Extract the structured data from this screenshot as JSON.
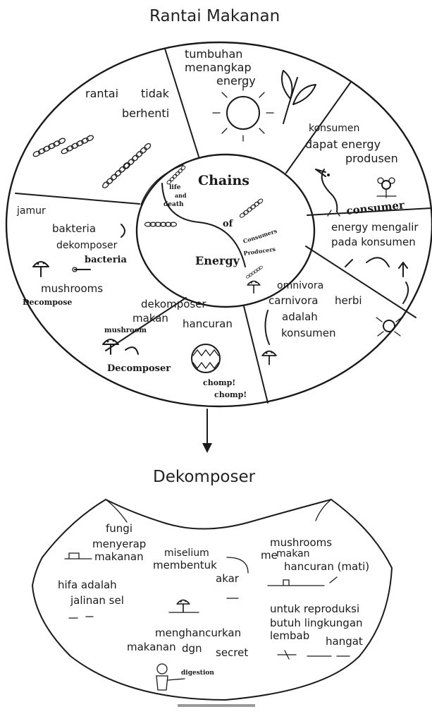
{
  "top_title": "Rantai Makanan",
  "bottom_title": "Dekomposer",
  "wheel": {
    "center": {
      "main": "Chains",
      "of": "of",
      "energy": "Energy",
      "life": "life",
      "and": "and",
      "death": "death",
      "consumers": "Consumers",
      "producers": "Producers"
    },
    "rantai": [
      "rantai",
      "tidak",
      "berhenti"
    ],
    "tumbuhan": [
      "tumbuhan",
      "menangkap",
      "energy"
    ],
    "konsumen_dapat": [
      "konsumen",
      "dapat energy",
      "produsen"
    ],
    "consumer_tag": "consumer",
    "mengalir": [
      "energy mengalir",
      "pada konsumen"
    ],
    "omnivora": [
      "omnivora",
      "carnivora",
      "herbi",
      "adalah",
      "konsumen"
    ],
    "dekomposer_makan": [
      "dekomposer",
      "makan",
      "hancuran"
    ],
    "chomp": [
      "chomp!",
      "chomp!"
    ],
    "mushroom_tag": "mushroom",
    "decomposer_tag": "Decomposer",
    "jamur": [
      "jamur",
      "bakteria",
      "dekomposer"
    ],
    "bacteria": "bacteria",
    "mushrooms": "mushrooms",
    "decomposer_small": "Decompose"
  },
  "arc_panel": {
    "fungi": [
      "fungi",
      "menyerap",
      "makanan"
    ],
    "hifa": [
      "hifa adalah",
      "jalinan sel"
    ],
    "miselium": [
      "miselium",
      "membentuk",
      "akar"
    ],
    "mushrooms": [
      "mushrooms",
      "me",
      "makan",
      "hancuran (mati)"
    ],
    "reproduksi": [
      "untuk reproduksi",
      "butuh lingkungan",
      "lembab",
      "hangat"
    ],
    "menghancurkan": [
      "menghancurkan",
      "makanan",
      "dgn",
      "secret"
    ],
    "digestion": "digestion"
  }
}
